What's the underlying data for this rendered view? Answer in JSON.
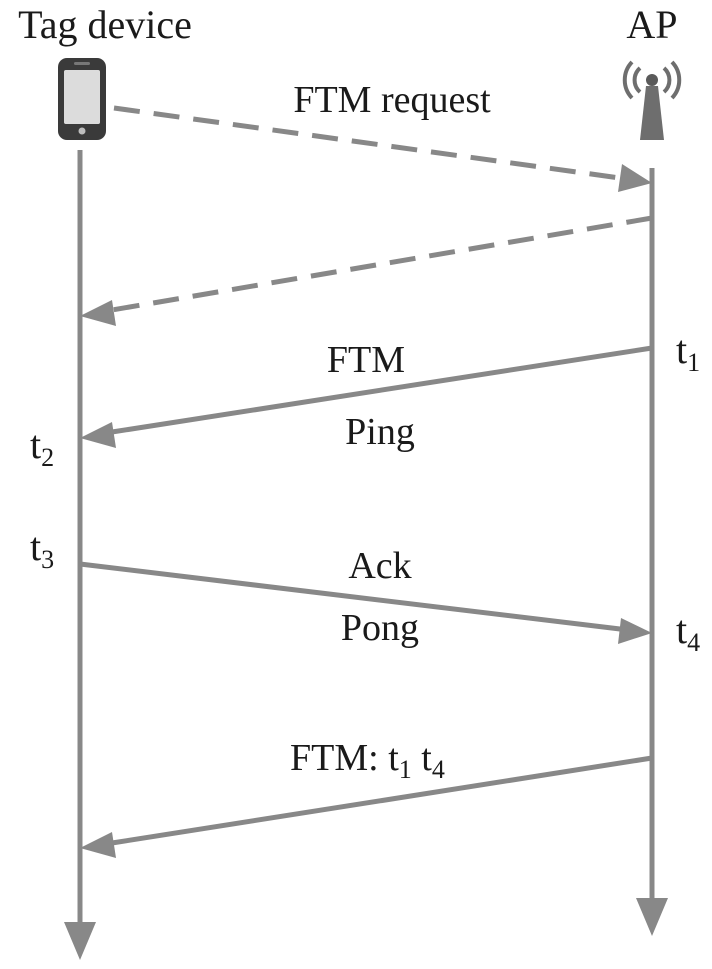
{
  "participants": {
    "left": {
      "name": "Tag device",
      "icon": "smartphone-icon"
    },
    "right": {
      "name": "AP",
      "icon": "antenna-tower-icon"
    }
  },
  "messages": [
    {
      "id": "ftm-request",
      "label": "FTM request",
      "direction": "to-right",
      "style": "dashed"
    },
    {
      "id": "ftm-request-reply",
      "label": "",
      "direction": "to-left",
      "style": "dashed"
    },
    {
      "id": "ftm-ping",
      "label_top": "FTM",
      "label_bottom": "Ping",
      "direction": "to-left",
      "style": "solid"
    },
    {
      "id": "ack-pong",
      "label_top": "Ack",
      "label_bottom": "Pong",
      "direction": "to-right",
      "style": "solid"
    },
    {
      "id": "ftm-timestamps",
      "label": "FTM: t₁ t₄",
      "direction": "to-left",
      "style": "solid"
    }
  ],
  "timestamps": {
    "t1": {
      "base": "t",
      "sub": "1"
    },
    "t2": {
      "base": "t",
      "sub": "2"
    },
    "t3": {
      "base": "t",
      "sub": "3"
    },
    "t4": {
      "base": "t",
      "sub": "4"
    }
  },
  "final_label": {
    "prefix": "FTM: ",
    "t1_base": "t",
    "t1_sub": "1",
    "t4_base": "t",
    "t4_sub": "4"
  },
  "colors": {
    "arrow": "#888888",
    "text": "#1a1a1a",
    "icon": "#555555"
  }
}
